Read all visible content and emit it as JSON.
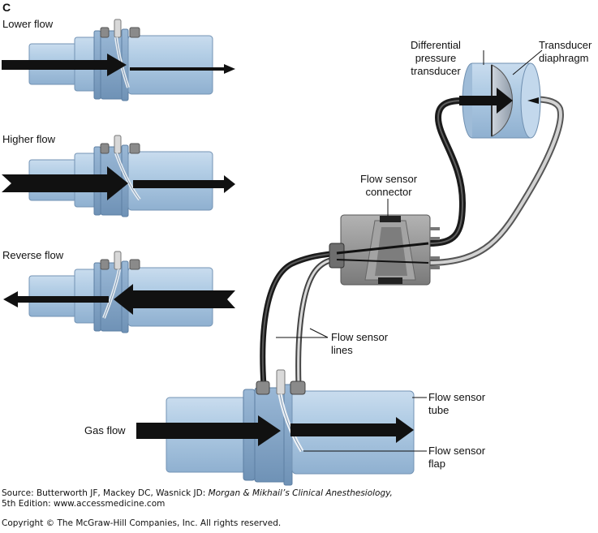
{
  "panel_letter": "C",
  "labels": {
    "lower_flow": "Lower flow",
    "higher_flow": "Higher flow",
    "reverse_flow": "Reverse flow",
    "differential_pressure_transducer": [
      "Differential",
      "pressure",
      "transducer"
    ],
    "transducer_diaphragm": [
      "Transducer",
      "diaphragm"
    ],
    "flow_sensor_connector": [
      "Flow sensor",
      "connector"
    ],
    "flow_sensor_lines": [
      "Flow sensor",
      "lines"
    ],
    "flow_sensor_tube": [
      "Flow sensor",
      "tube"
    ],
    "gas_flow": "Gas flow",
    "flow_sensor_flap": [
      "Flow sensor",
      "flap"
    ]
  },
  "footer": {
    "source_prefix": "Source: Butterworth JF, Mackey DC, Wasnick JD: ",
    "source_title": "Morgan & Mikhail’s Clinical Anesthesiology,",
    "source_edition": "5th Edition: www.accessmedicine.com",
    "copyright": "Copyright © The McGraw-Hill Companies, Inc. All rights reserved."
  },
  "colors": {
    "tube_fill": "#a9c6e0",
    "tube_edge": "#6f90b2",
    "collar_fill": "#7fa2c6",
    "arrow": "#111111",
    "line_dark": "#2a2a2a",
    "line_gray": "#8a8a8a",
    "connector_body": "#8d8d8d"
  }
}
